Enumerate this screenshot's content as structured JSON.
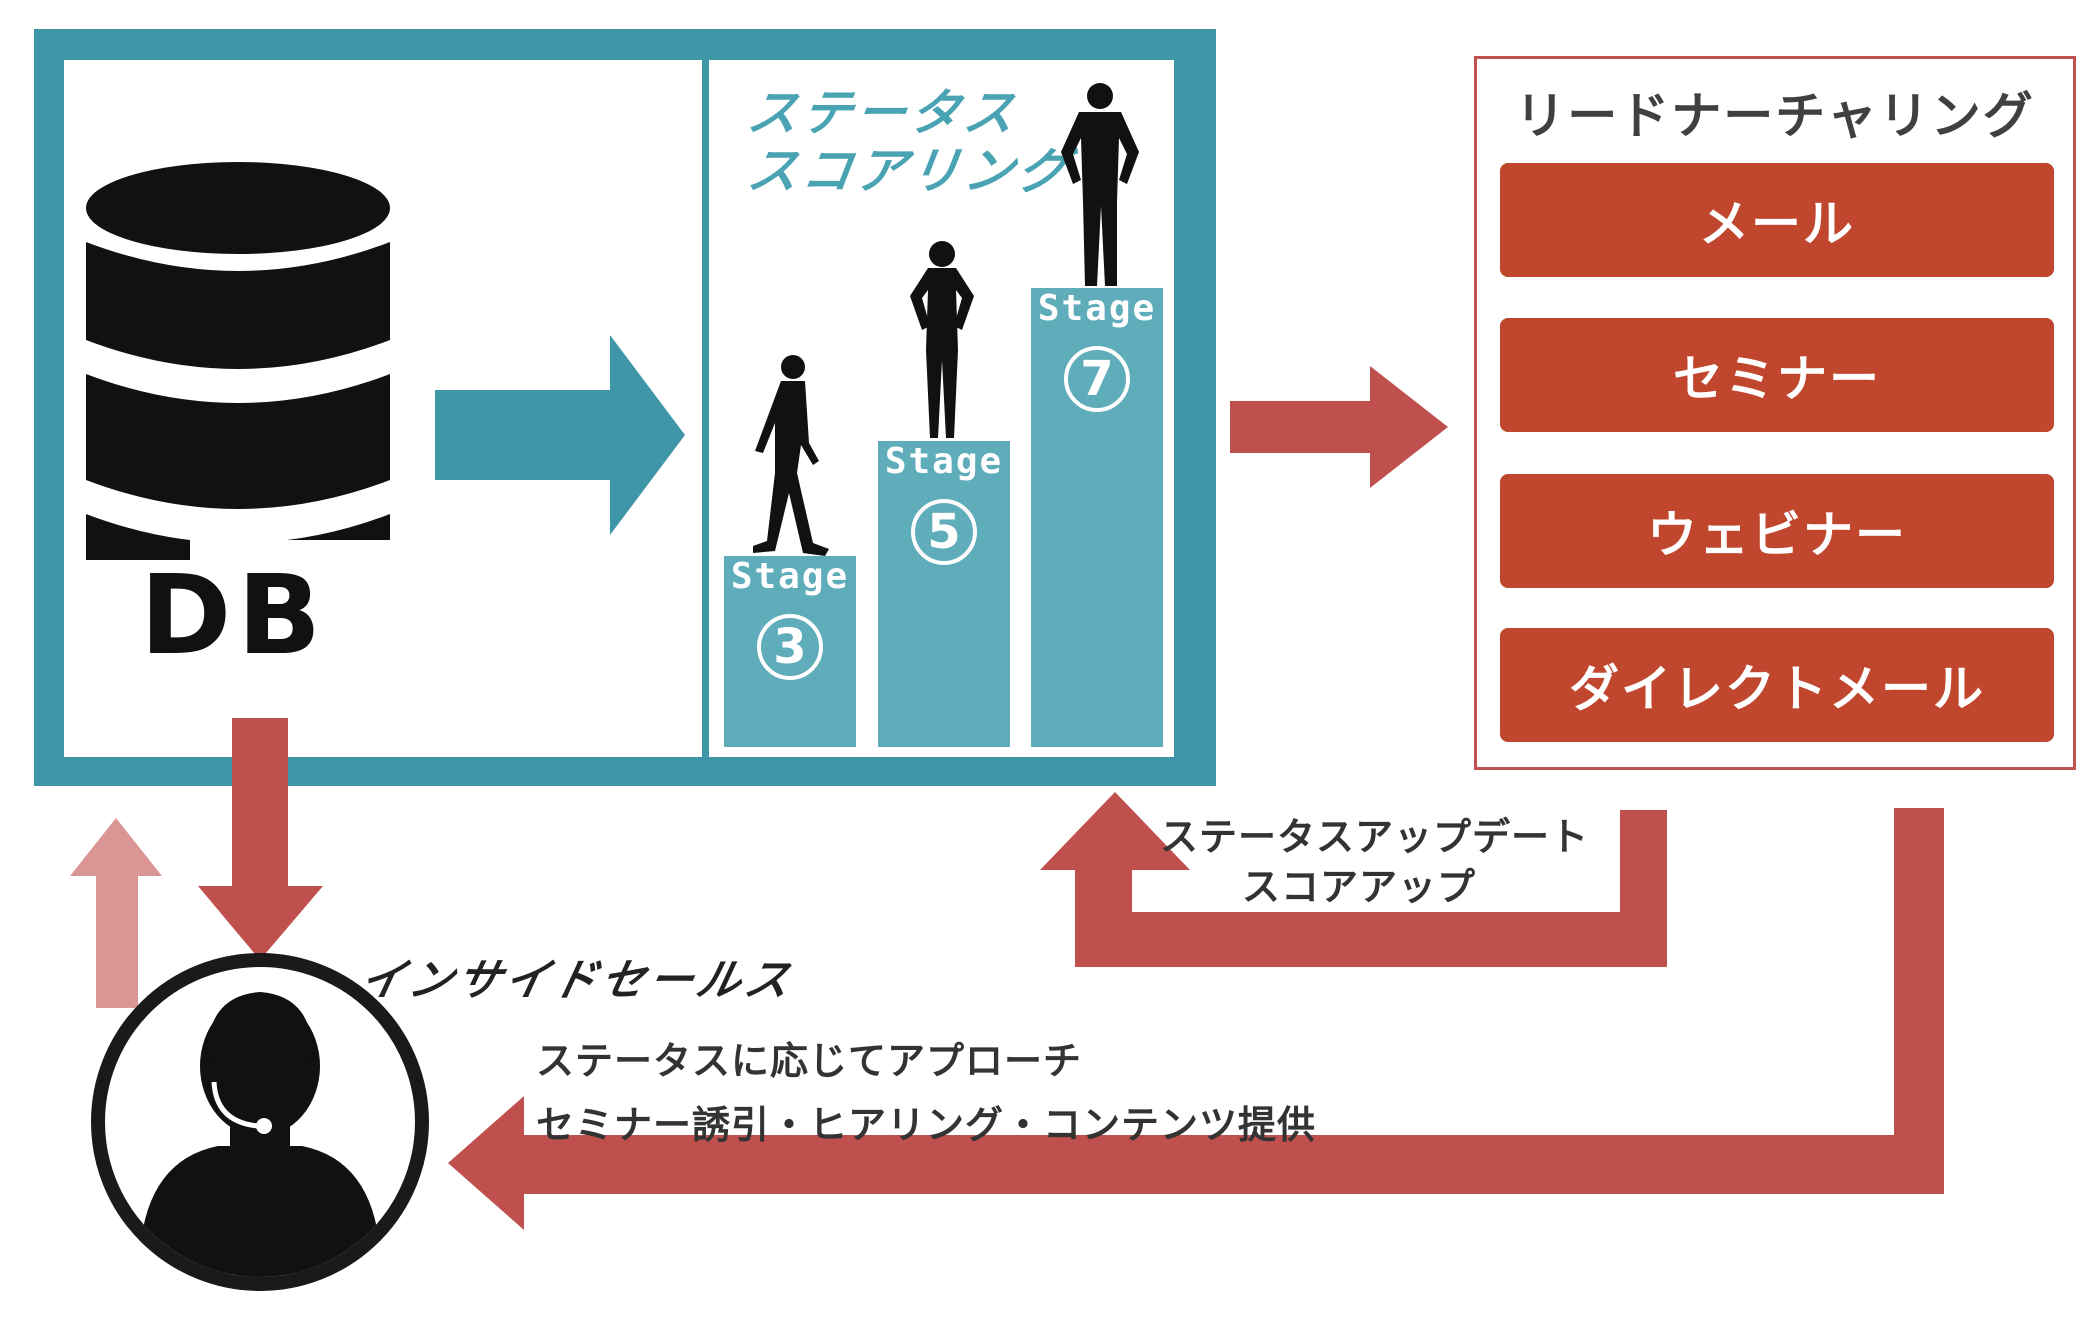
{
  "db": {
    "label": "DB"
  },
  "scoring": {
    "title_line1": "ステータス",
    "title_line2": "スコアリング",
    "stages": [
      {
        "label": "Stage",
        "number": "3"
      },
      {
        "label": "Stage",
        "number": "5"
      },
      {
        "label": "Stage",
        "number": "7"
      }
    ]
  },
  "lead_nurturing": {
    "title": "リードナーチャリング",
    "items": [
      "メール",
      "セミナー",
      "ウェビナー",
      "ダイレクトメール"
    ]
  },
  "feedback": {
    "line1": "ステータスアップデート",
    "line2": "スコアアップ"
  },
  "inside_sales": {
    "title": "インサイドセールス",
    "line1": "ステータスに応じてアプローチ",
    "line2": "セミナー誘引・ヒアリング・コンテンツ提供"
  },
  "colors": {
    "teal": "#3f96a7",
    "teal_light": "#5facba",
    "red": "#c0504d",
    "red_item": "#c0462e",
    "pink": "#d99694"
  }
}
